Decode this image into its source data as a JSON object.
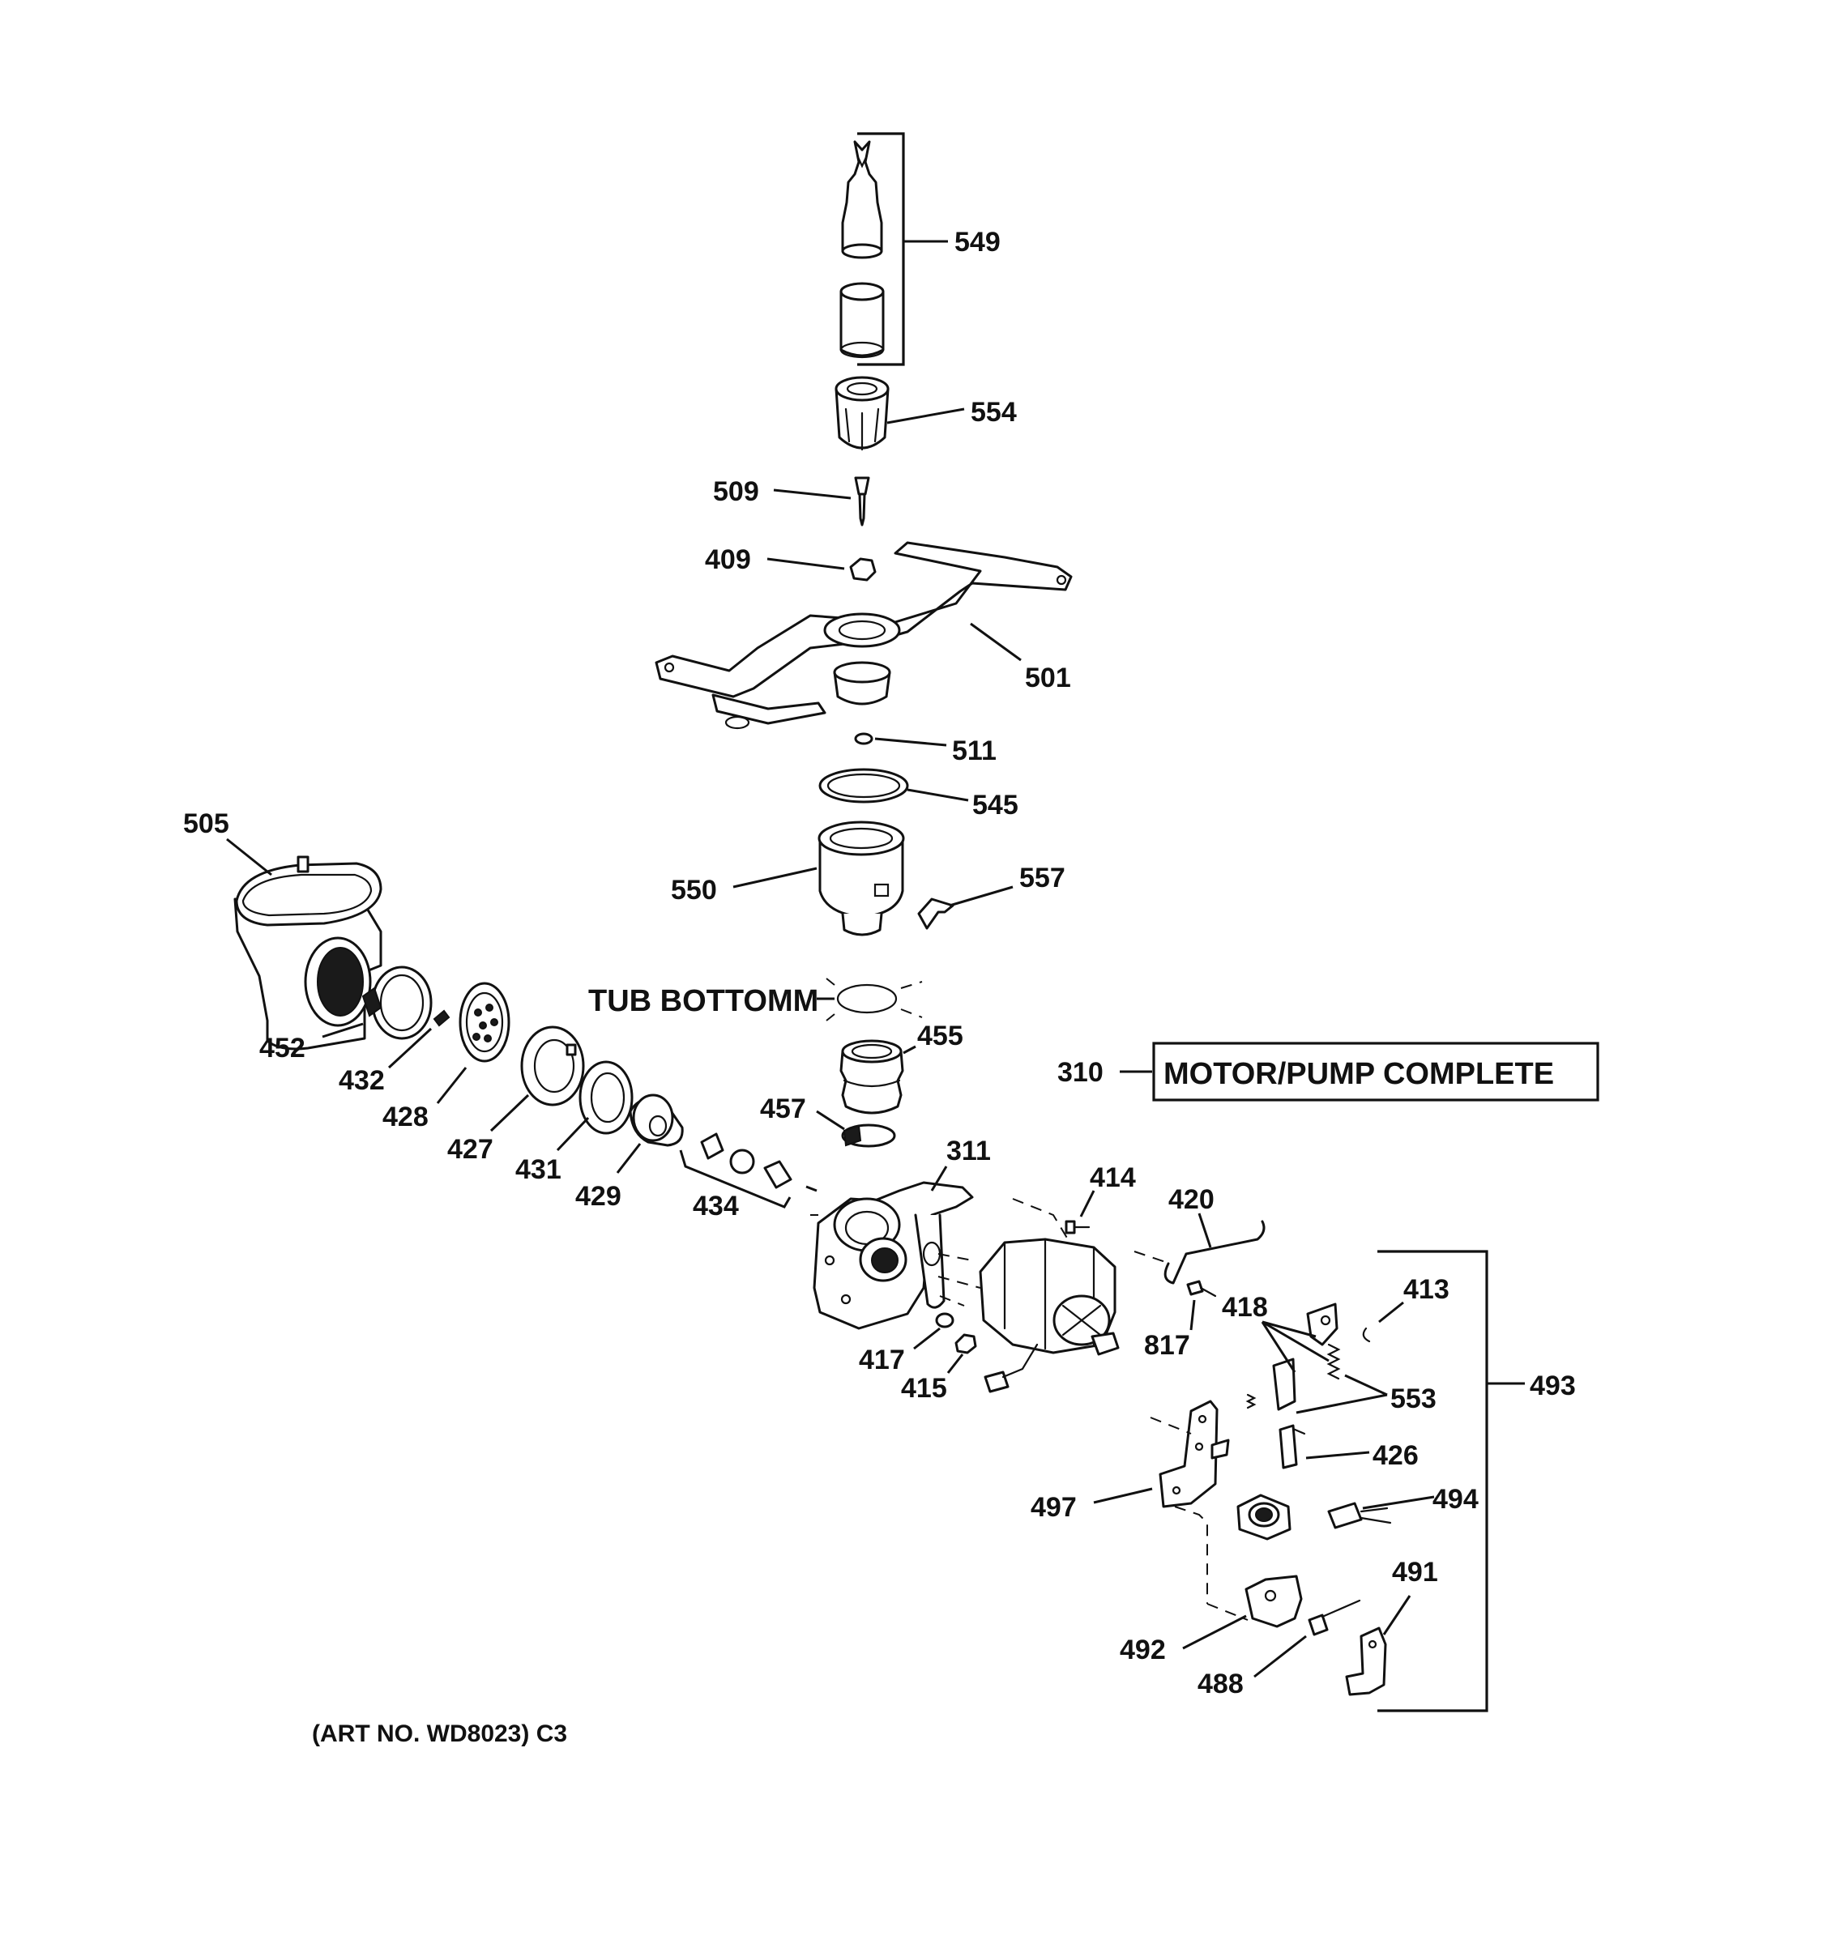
{
  "diagram": {
    "art_note": "(ART NO. WD8023) C3",
    "tub_bottom_label": "TUB BOTTOMM",
    "motor_pump_box": {
      "ref": "310",
      "text": "MOTOR/PUMP COMPLETE"
    },
    "callouts": {
      "p549": "549",
      "p554": "554",
      "p509": "509",
      "p409": "409",
      "p501": "501",
      "p511": "511",
      "p545": "545",
      "p505": "505",
      "p550": "550",
      "p557": "557",
      "p455": "455",
      "p457": "457",
      "p452": "452",
      "p432": "432",
      "p428": "428",
      "p427": "427",
      "p431": "431",
      "p429": "429",
      "p434": "434",
      "p311": "311",
      "p414": "414",
      "p420": "420",
      "p413": "413",
      "p418": "418",
      "p817": "817",
      "p417": "417",
      "p415": "415",
      "p553": "553",
      "p493": "493",
      "p426": "426",
      "p494": "494",
      "p497": "497",
      "p491": "491",
      "p492": "492",
      "p488": "488"
    }
  }
}
